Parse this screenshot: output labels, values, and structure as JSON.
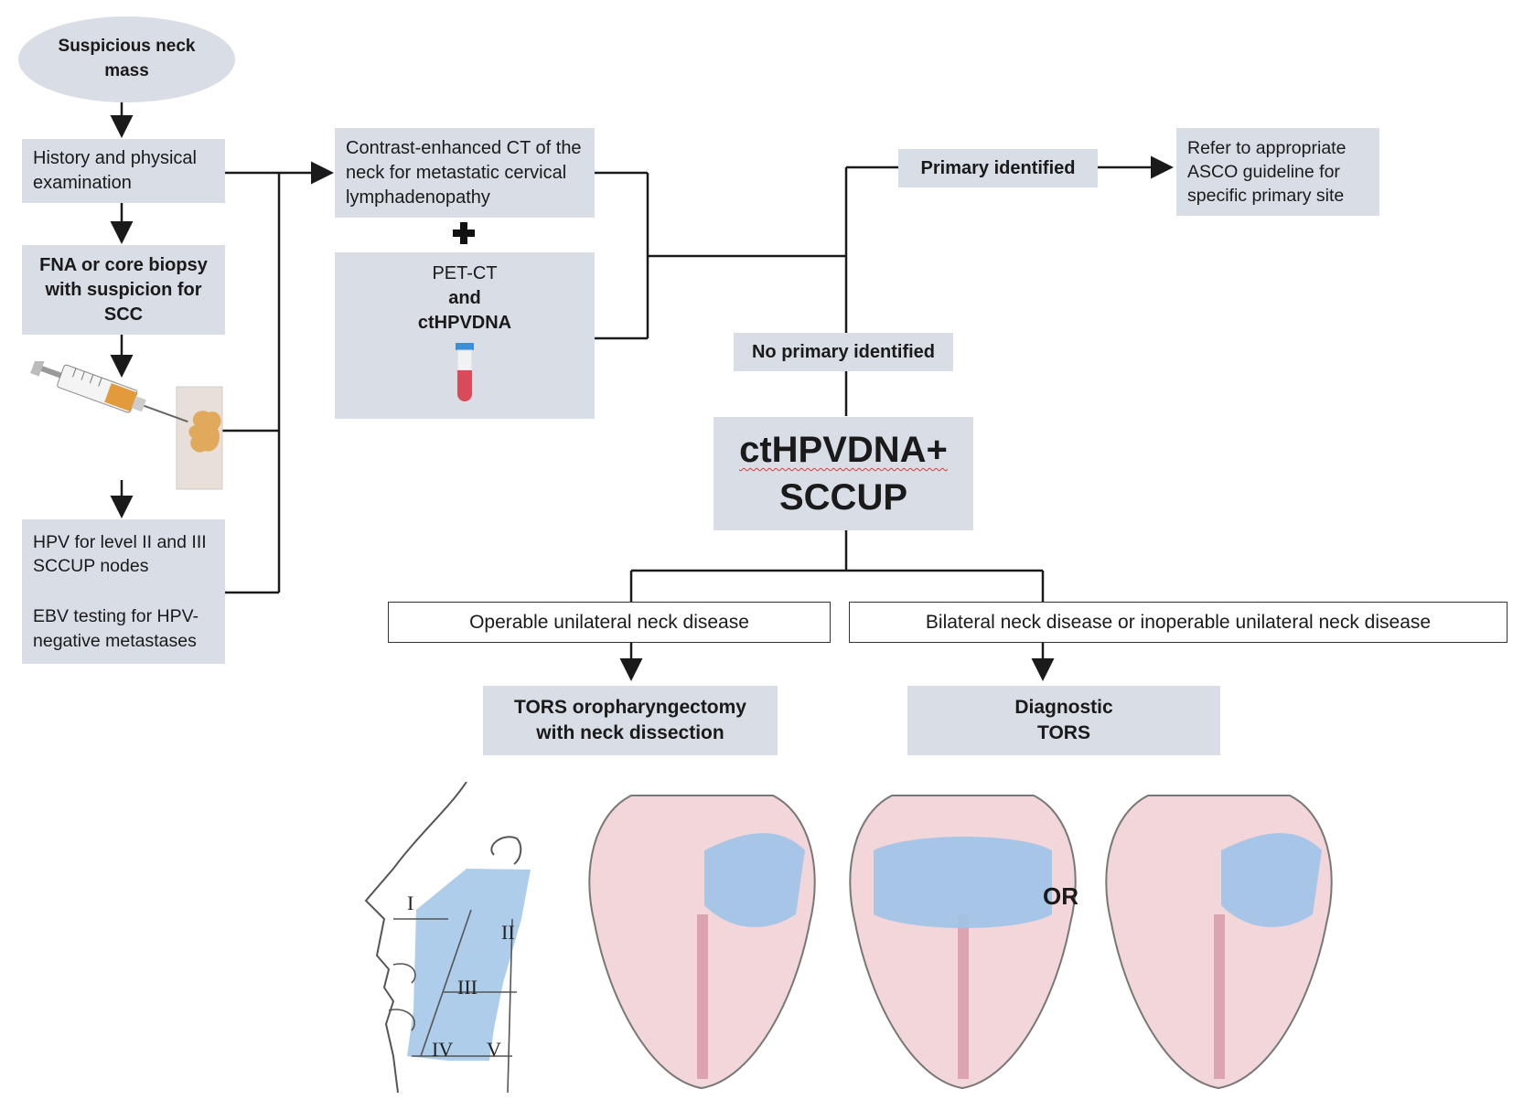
{
  "nodes": {
    "start": "Suspicious neck mass",
    "history": "History and physical examination",
    "biopsy": "FNA or core biopsy with suspicion for SCC",
    "hpv_line1": "HPV for level II and III SCCUP nodes",
    "hpv_line2": "EBV testing for HPV-negative metastases",
    "ct": "Contrast-enhanced CT of the neck for metastatic cervical lymphadenopathy",
    "pet_line1": "PET-CT",
    "pet_line2": "and",
    "pet_line3": "ctHPVDNA",
    "primary_identified": "Primary identified",
    "refer": "Refer to appropriate ASCO guideline for specific primary site",
    "no_primary": "No primary identified",
    "sccup_line1": "ctHPVDNA+",
    "sccup_line2": "SCCUP",
    "operable": "Operable unilateral neck disease",
    "bilateral": "Bilateral neck disease or inoperable unilateral neck disease",
    "tors_orophar": "TORS oropharyngectomy with neck dissection",
    "diagnostic_tors": "Diagnostic TORS"
  },
  "illustration": {
    "neck_levels": [
      "I",
      "II",
      "III",
      "IV",
      "V"
    ],
    "or_label": "OR"
  },
  "colors": {
    "box_fill": "#d9dde6",
    "highlight_blue": "#9fc4e8",
    "tongue_pink": "#f2d6da",
    "line": "#1a1a1a"
  }
}
